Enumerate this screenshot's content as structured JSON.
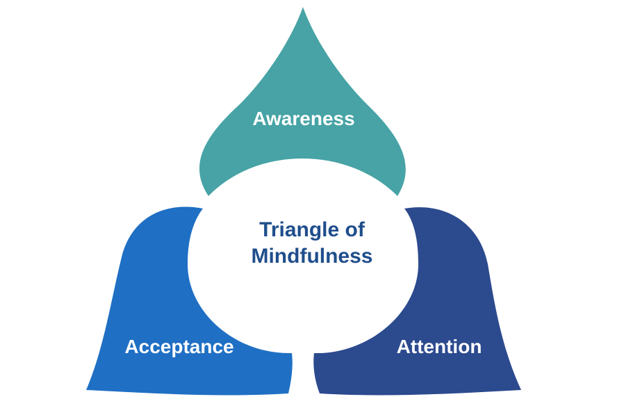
{
  "diagram": {
    "center": {
      "line1": "Triangle of",
      "line2": "Mindfulness",
      "color": "#1f4e8c"
    },
    "petals": {
      "top": {
        "label": "Awareness",
        "color": "#47a3a5"
      },
      "left": {
        "label": "Acceptance",
        "color": "#1f6fc4"
      },
      "right": {
        "label": "Attention",
        "color": "#2c4a8e"
      }
    }
  }
}
